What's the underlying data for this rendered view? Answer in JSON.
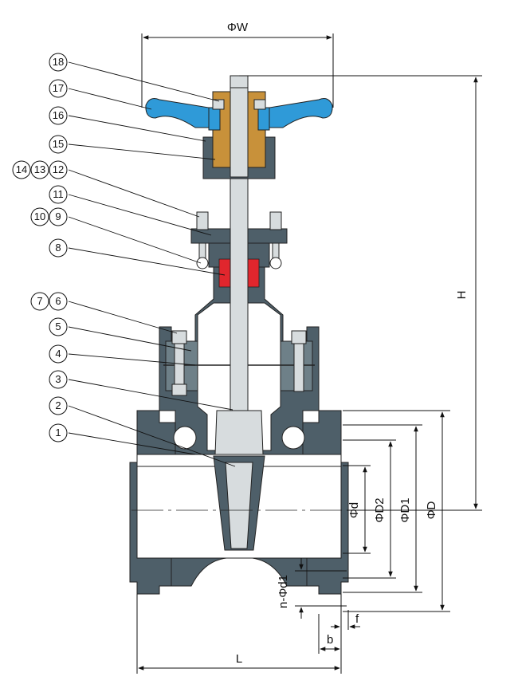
{
  "drawing": {
    "colors": {
      "body": "#4e5f69",
      "body_light": "#6e8088",
      "handwheel": "#2f9ad8",
      "yoke_nut": "#c8913a",
      "packing": "#e1262d",
      "steel": "#d7dcde",
      "outline": "#222222"
    },
    "dimensions": {
      "W": "ΦW",
      "H": "H",
      "d": "Φd",
      "D2": "ΦD2",
      "D1": "ΦD1",
      "D": "ΦD",
      "nd1": "n-Φd1",
      "f": "f",
      "b": "b",
      "L": "L"
    },
    "callouts": [
      {
        "label": "18"
      },
      {
        "label": "17"
      },
      {
        "label": "16"
      },
      {
        "label": "15"
      },
      {
        "label": "14"
      },
      {
        "label": "13"
      },
      {
        "label": "12"
      },
      {
        "label": "11"
      },
      {
        "label": "10"
      },
      {
        "label": "9"
      },
      {
        "label": "8"
      },
      {
        "label": "7"
      },
      {
        "label": "6"
      },
      {
        "label": "5"
      },
      {
        "label": "4"
      },
      {
        "label": "3"
      },
      {
        "label": "2"
      },
      {
        "label": "1"
      }
    ]
  }
}
